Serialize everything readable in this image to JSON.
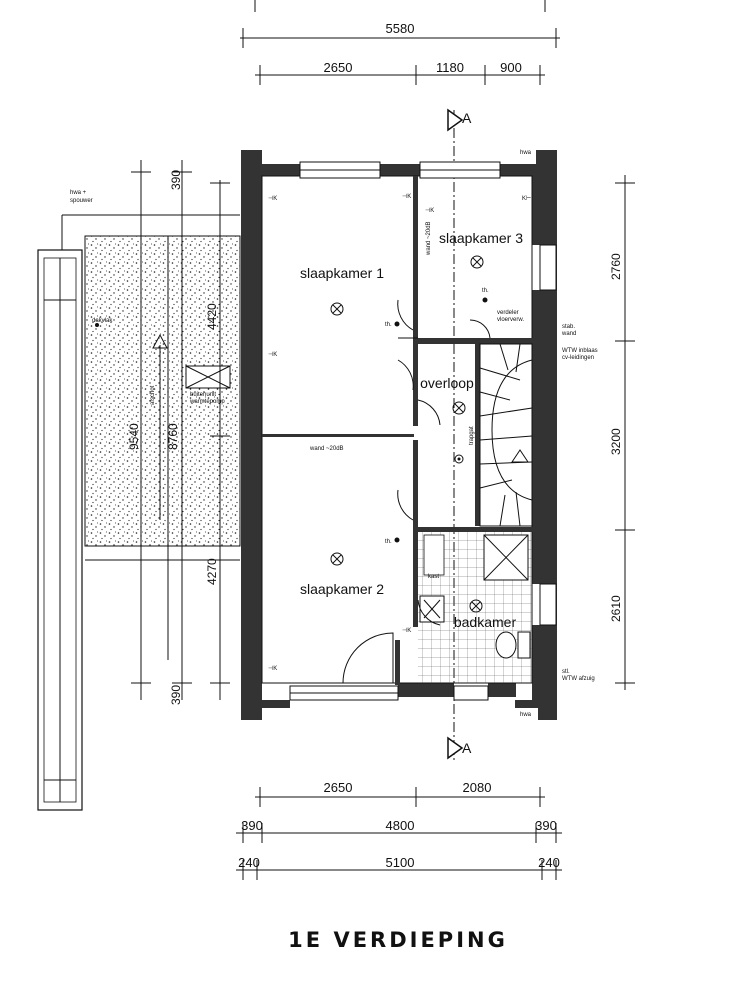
{
  "title": "1E VERDIEPING",
  "dimensions": {
    "top_total": "5580",
    "top_segments": [
      "2650",
      "1180",
      "900"
    ],
    "right_segments": [
      "2760",
      "3200",
      "2610"
    ],
    "left_outer": [
      "390",
      "4420",
      "4270",
      "390"
    ],
    "left_inner_total": "9540",
    "left_balcony": "8760",
    "bottom_row1": [
      "2650",
      "2080"
    ],
    "bottom_row2": [
      "390",
      "4800",
      "390"
    ],
    "bottom_row3": [
      "240",
      "5100",
      "240"
    ]
  },
  "rooms": {
    "slaapkamer1": "slaapkamer 1",
    "slaapkamer2": "slaapkamer 2",
    "slaapkamer3": "slaapkamer 3",
    "overloop": "overloop",
    "badkamer": "badkamer"
  },
  "section_marks": {
    "top": "A",
    "bottom": "A"
  },
  "notes": {
    "hwa_top": "hwa",
    "hwa_bottom": "hwa",
    "hwa_spouwer_1": "hwa +",
    "hwa_spouwer_2": "spouwer",
    "stab_wand_1": "stab.",
    "stab_wand_2": "wand",
    "wtw_inblaas_1": "WTW inblaas",
    "wtw_inblaas_2": "cv-leidingen",
    "verdeler_1": "verdeler",
    "verdeler_2": "vloerverw.",
    "stl_1": "stl.",
    "stl_2": "WTW afzuig",
    "wand_20db": "wand ~20dB",
    "wand_20db_2": "wand ~20dB",
    "trapgat": "trapgat",
    "th_1": "th.",
    "th_2": "th.",
    "th_3": "th.",
    "dakvlak": "dakvlak",
    "buitenunit_1": "buitenunit",
    "buitenunit_2": "warmtepomp",
    "afschot": "afschot",
    "kast": "kast"
  },
  "colors": {
    "ink": "#111111",
    "wall_fill": "#333333",
    "paper": "#ffffff"
  }
}
